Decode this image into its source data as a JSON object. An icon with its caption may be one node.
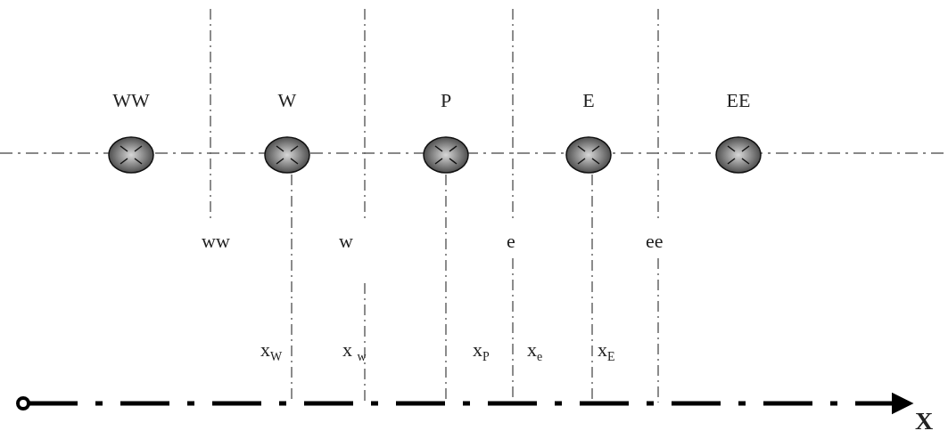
{
  "diagram": {
    "nodes": [
      {
        "text": [
          "WW"
        ]
      },
      {
        "text": [
          "W"
        ]
      },
      {
        "text": [
          "P"
        ]
      },
      {
        "text": [
          "E"
        ]
      },
      {
        "text": [
          "EE"
        ]
      }
    ],
    "labels": [
      "ww",
      "w",
      "e",
      "ee",
      "x$_{W}$",
      "x $_{w}$",
      "x$_{P}$",
      "x$_{e}$",
      "x$_{E}$",
      "X"
    ]
  }
}
